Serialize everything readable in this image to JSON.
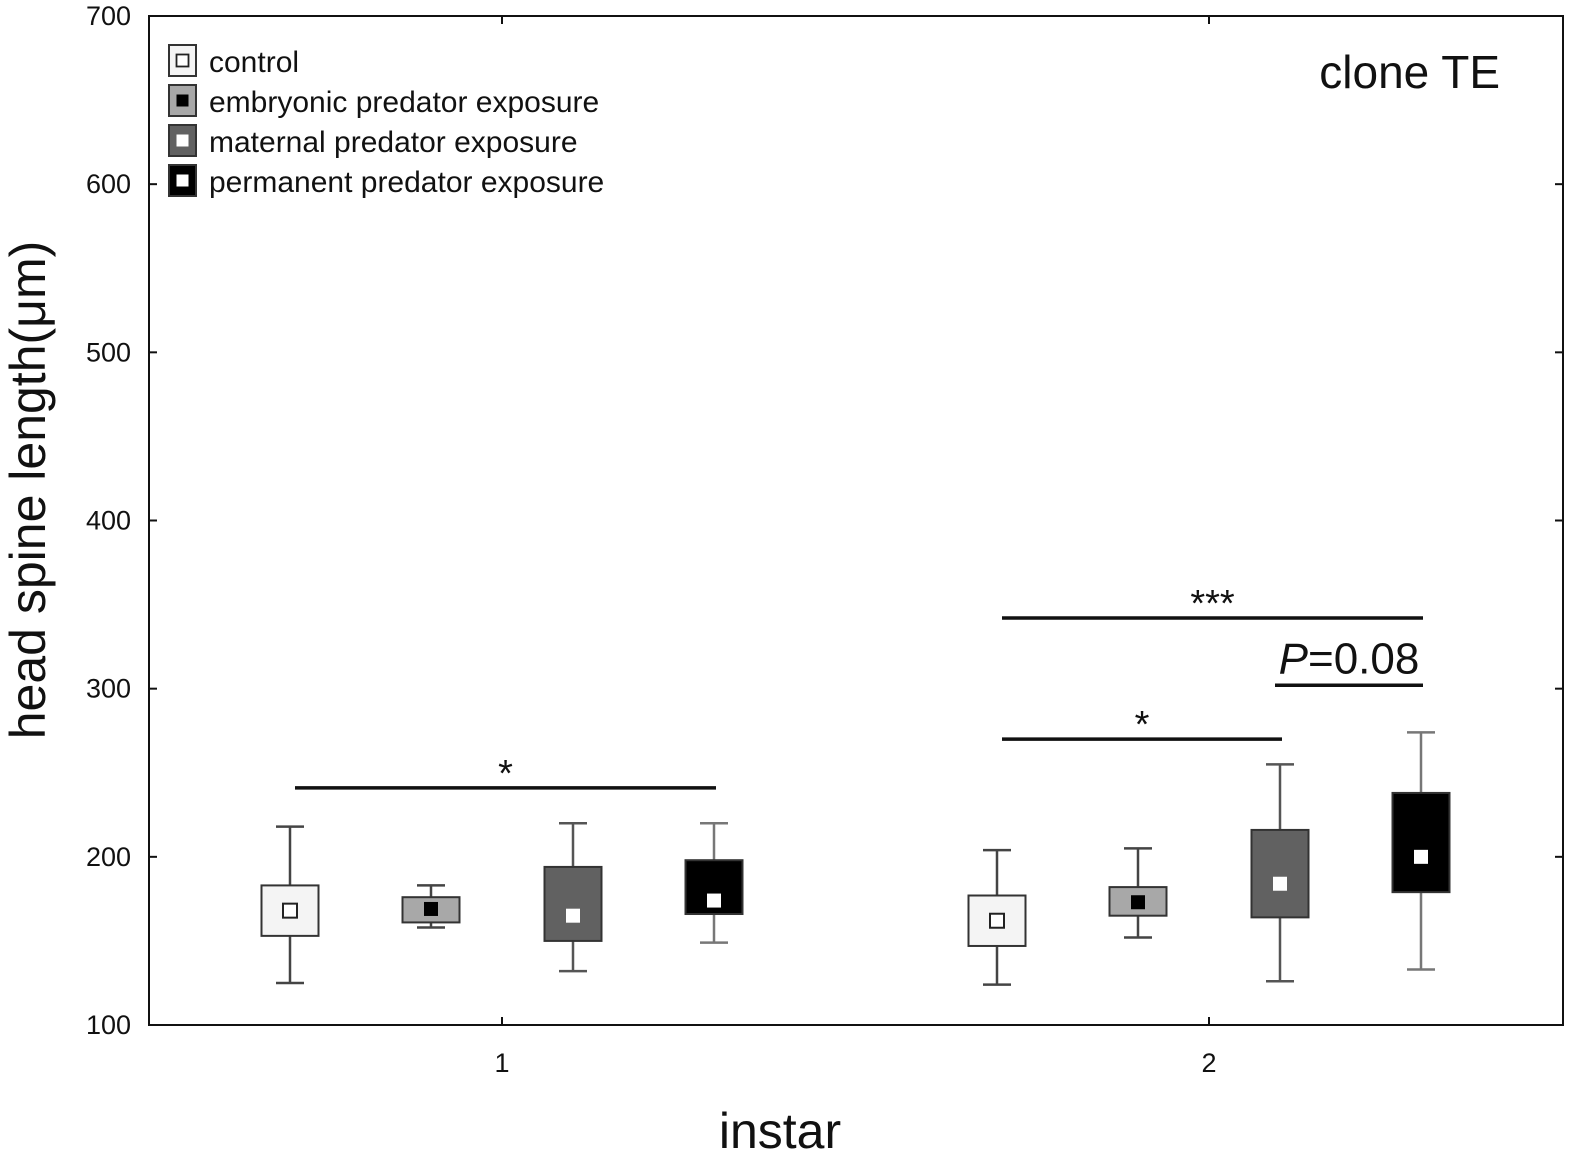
{
  "chart_data": {
    "type": "box",
    "annotation": "clone TE",
    "xlabel": "instar",
    "ylabel": "head spine length(μm)",
    "ylim": [
      100,
      700
    ],
    "yticks": [
      100,
      200,
      300,
      400,
      500,
      600,
      700
    ],
    "categories": [
      "1",
      "2"
    ],
    "grid": false,
    "legend_position": "top-left",
    "series": [
      {
        "name": "control",
        "box_color": "#f4f4f4",
        "marker_color": "#ffffff",
        "marker_style": "hollow",
        "whisker_color": "#444444",
        "boxes": [
          {
            "whisker_low": 125,
            "q1": 153,
            "mean": 168,
            "q3": 183,
            "whisker_high": 218
          },
          {
            "whisker_low": 124,
            "q1": 147,
            "mean": 162,
            "q3": 177,
            "whisker_high": 204
          }
        ]
      },
      {
        "name": "embryonic predator exposure",
        "box_color": "#a8a8a8",
        "marker_color": "#000000",
        "marker_style": "filled",
        "whisker_color": "#444444",
        "boxes": [
          {
            "whisker_low": 158,
            "q1": 161,
            "mean": 169,
            "q3": 176,
            "whisker_high": 183
          },
          {
            "whisker_low": 152,
            "q1": 165,
            "mean": 173,
            "q3": 182,
            "whisker_high": 205
          }
        ]
      },
      {
        "name": "maternal predator exposure",
        "box_color": "#616161",
        "marker_color": "#ffffff",
        "marker_style": "filled",
        "whisker_color": "#555555",
        "boxes": [
          {
            "whisker_low": 132,
            "q1": 150,
            "mean": 165,
            "q3": 194,
            "whisker_high": 220
          },
          {
            "whisker_low": 126,
            "q1": 164,
            "mean": 184,
            "q3": 216,
            "whisker_high": 255
          }
        ]
      },
      {
        "name": "permanent predator exposure",
        "box_color": "#000000",
        "marker_color": "#ffffff",
        "marker_style": "filled",
        "whisker_color": "#777777",
        "boxes": [
          {
            "whisker_low": 149,
            "q1": 166,
            "mean": 174,
            "q3": 198,
            "whisker_high": 220
          },
          {
            "whisker_low": 133,
            "q1": 179,
            "mean": 200,
            "q3": 238,
            "whisker_high": 274
          }
        ]
      }
    ],
    "significance": [
      {
        "category": 0,
        "from_series": 0,
        "to_series": 3,
        "level": 241,
        "label": "*",
        "italic_prefix": "",
        "style": "sig"
      },
      {
        "category": 1,
        "from_series": 0,
        "to_series": 2,
        "level": 270,
        "label": "*",
        "italic_prefix": "",
        "style": "sig"
      },
      {
        "category": 1,
        "from_series": 0,
        "to_series": 3,
        "level": 342,
        "label": "***",
        "italic_prefix": "",
        "style": "sig"
      },
      {
        "category": 1,
        "from_series": 2,
        "to_series": 3,
        "level": 302,
        "label": "=0.08",
        "italic_prefix": "P",
        "style": "pval"
      }
    ]
  }
}
